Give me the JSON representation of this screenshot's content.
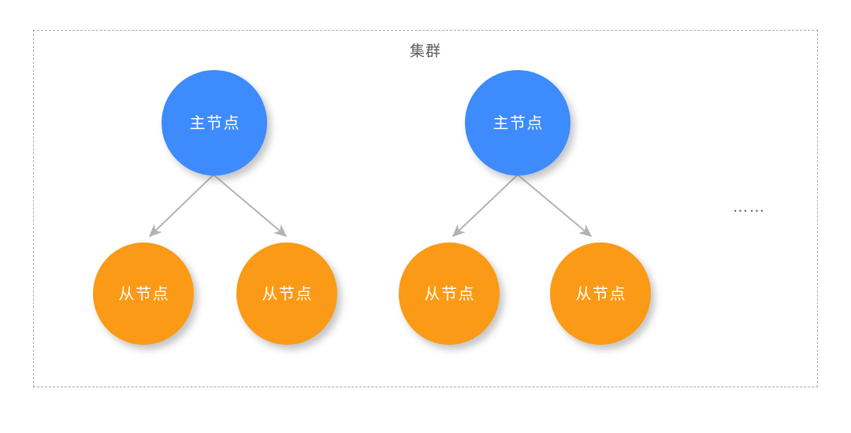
{
  "diagram": {
    "title": "集群",
    "background_color": "#ffffff",
    "boundary": {
      "style": "dashed",
      "color": "#a9a9ad"
    },
    "colors": {
      "master_node": "#3d8bfd",
      "slave_node": "#fb9a16",
      "edge": "#b3b3b6",
      "title_text": "#5a5a5e",
      "node_text": "#ffffff"
    },
    "groups": [
      {
        "id": "group-1",
        "master": {
          "label": "主节点"
        },
        "slaves": [
          {
            "label": "从节点"
          },
          {
            "label": "从节点"
          }
        ]
      },
      {
        "id": "group-2",
        "master": {
          "label": "主节点"
        },
        "slaves": [
          {
            "label": "从节点"
          },
          {
            "label": "从节点"
          }
        ]
      }
    ],
    "continuation": "……"
  }
}
